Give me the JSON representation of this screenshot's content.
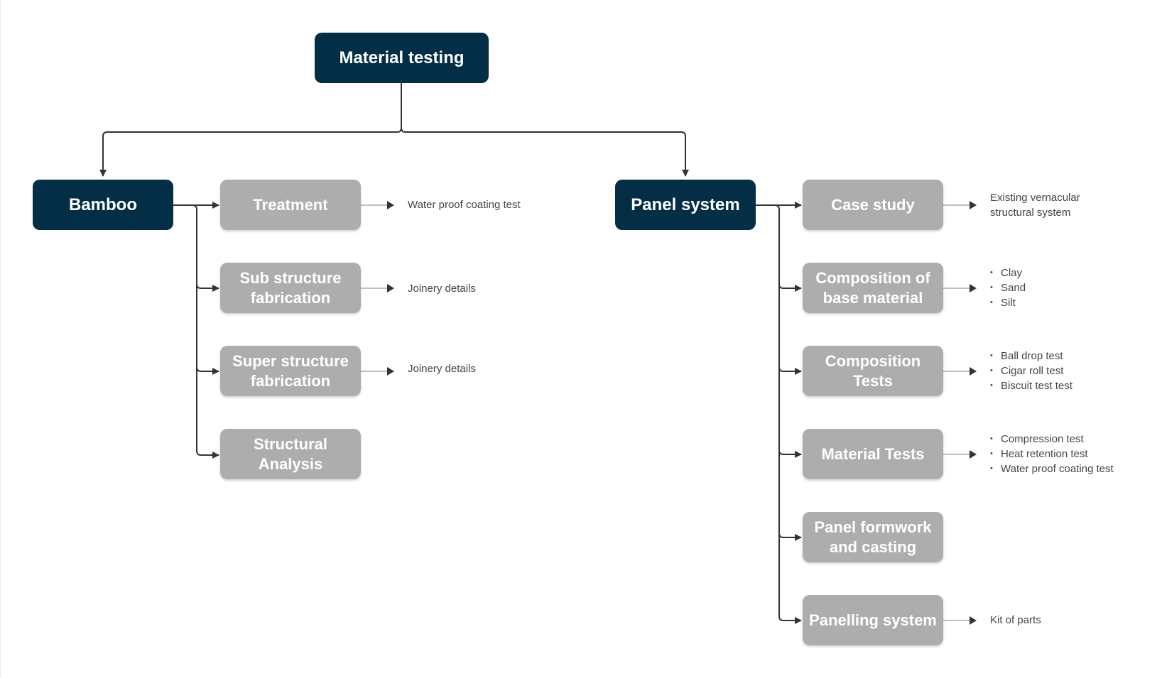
{
  "root": {
    "label": "Material testing"
  },
  "bamboo": {
    "label": "Bamboo",
    "children": [
      {
        "label": "Treatment",
        "note": "Water proof coating test"
      },
      {
        "label": "Sub structure\nfabrication",
        "note": "Joinery details"
      },
      {
        "label": "Super structure\nfabrication",
        "note": "Joinery details"
      },
      {
        "label": "Structural\nAnalysis"
      }
    ]
  },
  "panel": {
    "label": "Panel system",
    "children": [
      {
        "label": "Case study",
        "note": "Existing vernacular\nstructural system"
      },
      {
        "label": "Composition of\nbase material",
        "bullets": [
          "Clay",
          "Sand",
          "Silt"
        ]
      },
      {
        "label": "Composition\nTests",
        "bullets": [
          "Ball drop test",
          "Cigar roll test",
          "Biscuit test test"
        ]
      },
      {
        "label": "Material Tests",
        "bullets": [
          "Compression test",
          "Heat retention test",
          "Water proof coating test"
        ]
      },
      {
        "label": "Panel formwork\nand casting"
      },
      {
        "label": "Panelling system",
        "note": "Kit of parts"
      }
    ]
  },
  "colors": {
    "primary_node": "#032e45",
    "secondary_node": "#adadad",
    "connector": "#333333",
    "note_connector": "#999999",
    "note_text": "#444444"
  }
}
